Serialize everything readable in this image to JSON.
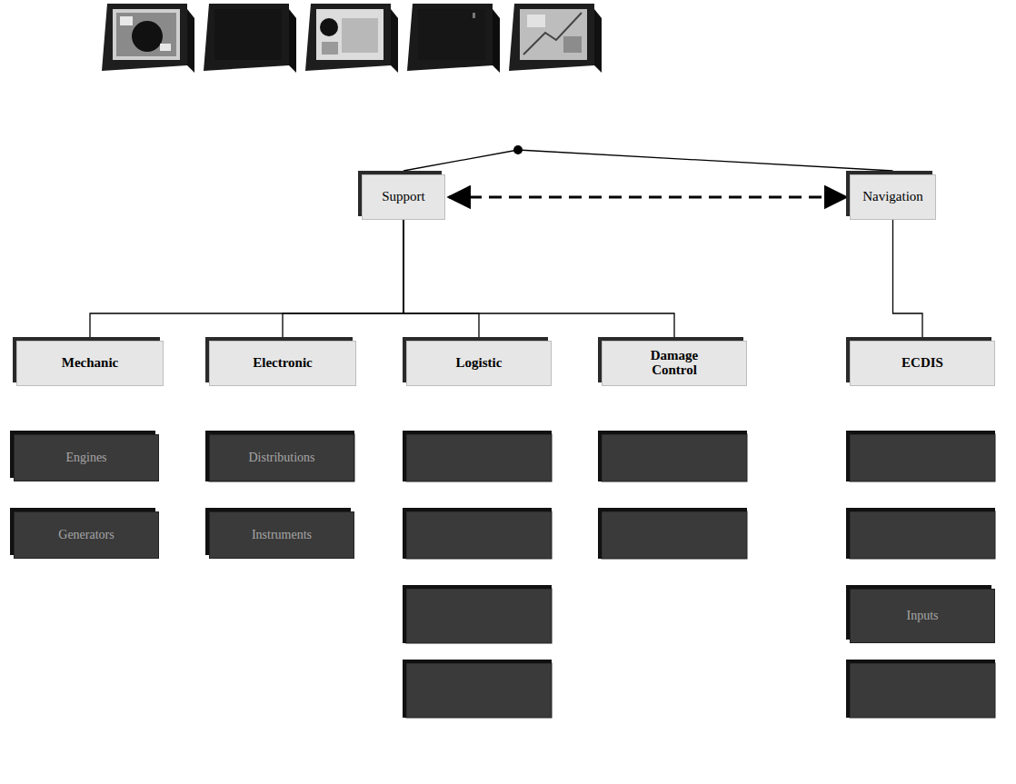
{
  "diagram": {
    "nodes": [
      {
        "text": [
          "Support"
        ]
      },
      {
        "text": [
          "Navigation"
        ]
      },
      {
        "text": [
          "Mechanic"
        ]
      },
      {
        "text": [
          "Electronic"
        ]
      },
      {
        "text": [
          "Logistic"
        ]
      },
      {
        "text": [
          "Damage Control"
        ]
      },
      {
        "text": [
          "ECDIS"
        ]
      },
      {
        "text": [
          "Engines"
        ]
      },
      {
        "text": [
          "Generators"
        ]
      },
      {
        "text": [
          "Distributions"
        ]
      },
      {
        "text": [
          "Instruments"
        ]
      },
      {
        "text": [
          "Inputs"
        ]
      }
    ],
    "edges": [
      {
        "from": 0,
        "to": 1,
        "arrow": "both"
      },
      {
        "from": 0,
        "to": 2,
        "arrow": "none"
      },
      {
        "from": 0,
        "to": 3,
        "arrow": "none"
      },
      {
        "from": 0,
        "to": 4,
        "arrow": "none"
      },
      {
        "from": 0,
        "to": 5,
        "arrow": "none"
      },
      {
        "from": 1,
        "to": 6,
        "arrow": "none"
      }
    ]
  }
}
